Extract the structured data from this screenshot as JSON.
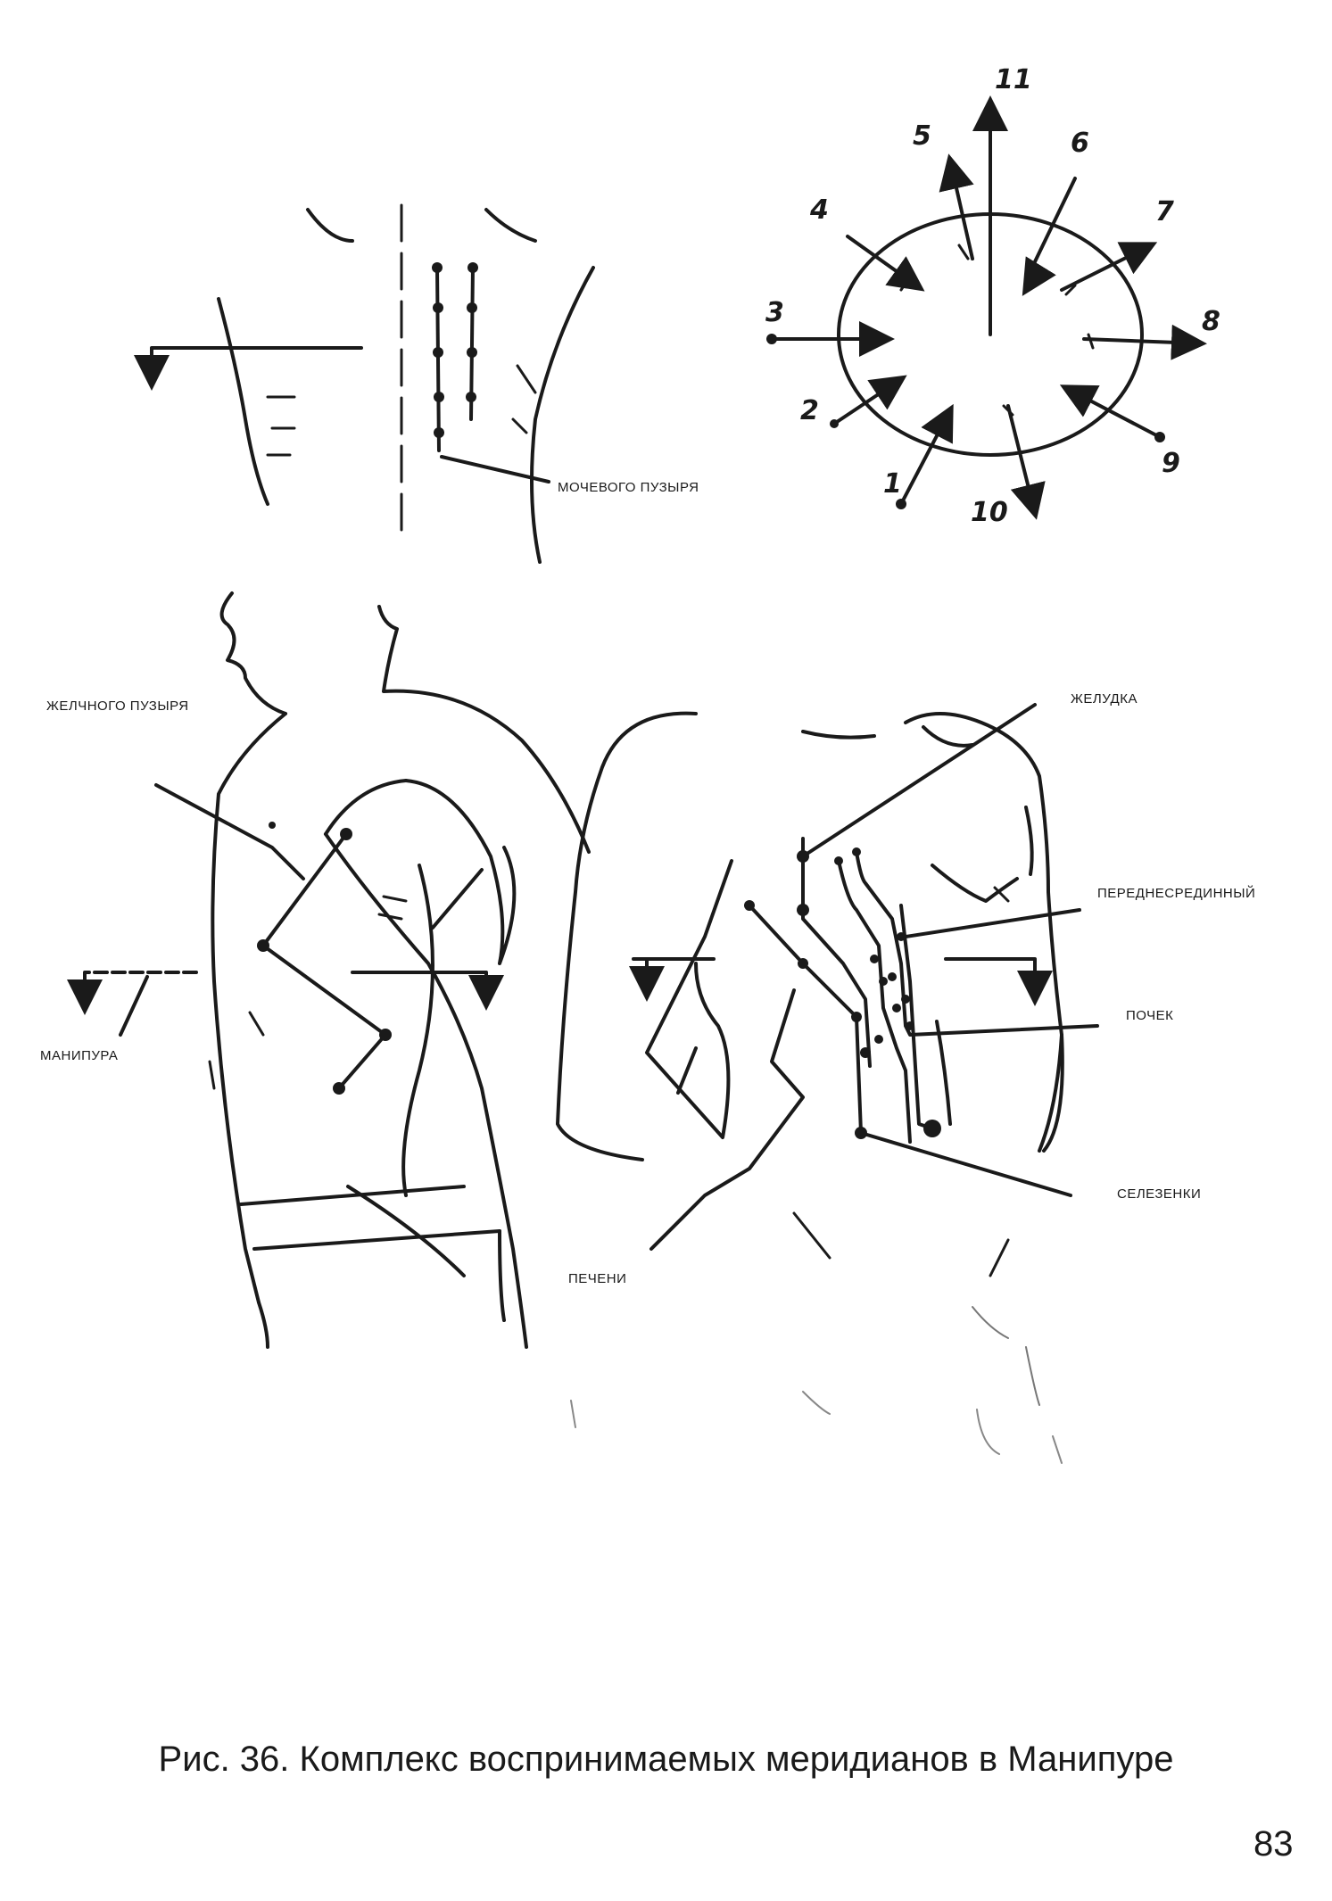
{
  "labels": {
    "bladder": "МОЧЕВОГО ПУЗЫРЯ",
    "gallbladder": "ЖЕЛЧНОГО ПУЗЫРЯ",
    "manipura": "МАНИПУРА",
    "stomach": "ЖЕЛУДКА",
    "anterior_median": "ПЕРЕДНЕСРЕДИННЫЙ",
    "kidneys": "ПОЧЕК",
    "spleen": "СЕЛЕЗЕНКИ",
    "liver": "ПЕЧЕНИ"
  },
  "wheel_numbers": [
    "1",
    "2",
    "3",
    "4",
    "5",
    "6",
    "7",
    "8",
    "9",
    "10",
    "11"
  ],
  "caption": "Рис. 36. Комплекс воспринимаемых меридианов в Манипуре",
  "page_number": "83"
}
